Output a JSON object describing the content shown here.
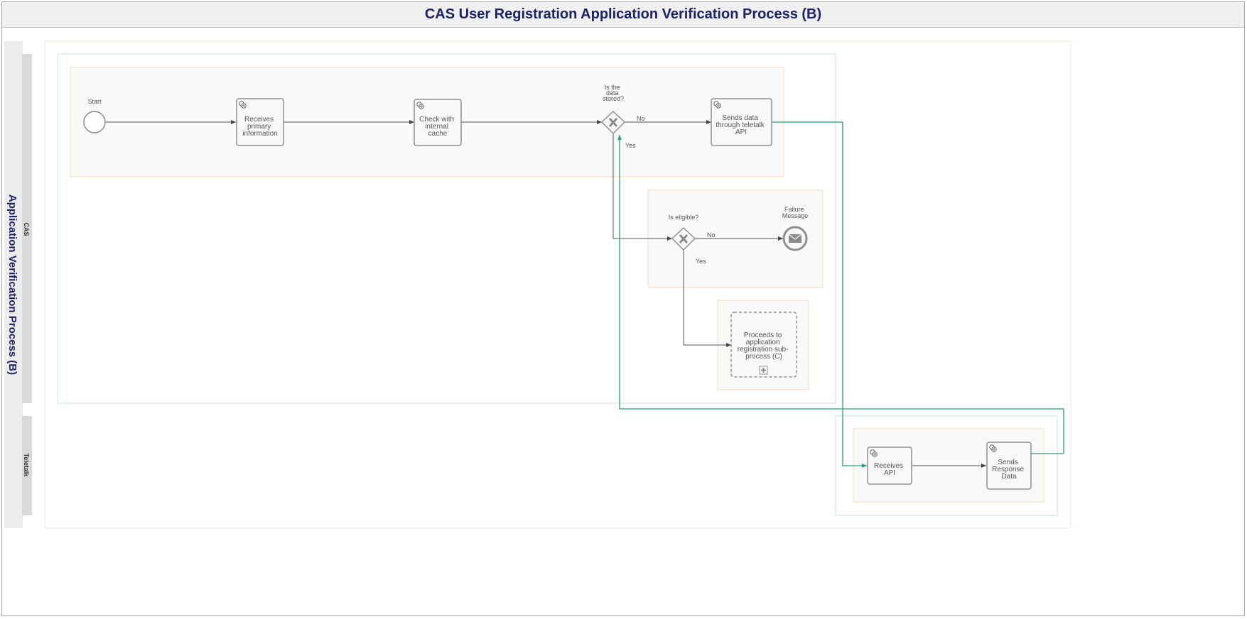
{
  "header": {
    "title": "CAS User Registration Application Verification Process (B)"
  },
  "pool": {
    "name": "Application Verification Process (B)"
  },
  "lanes": [
    {
      "name": "CAS"
    },
    {
      "name": "Teletalk"
    }
  ],
  "nodes": {
    "start_event": {
      "label": "Start"
    },
    "task_receive_primary": {
      "lines": [
        "Receives",
        "primary",
        "information"
      ]
    },
    "task_check_cache": {
      "lines": [
        "Check with",
        "internal",
        "cache"
      ]
    },
    "gateway_data_stored": {
      "lines": [
        "Is the",
        "data",
        "stored?"
      ]
    },
    "task_send_teletalk": {
      "lines": [
        "Sends data",
        "through teletalk",
        "API"
      ]
    },
    "gateway_eligible": {
      "label": "Is eligible?"
    },
    "end_failure": {
      "lines": [
        "Failure",
        "Message"
      ]
    },
    "subprocess_registration": {
      "lines": [
        "Proceeds to",
        "application",
        "registration sub-",
        "process (C)"
      ]
    },
    "task_receive_api": {
      "lines": [
        "Receives",
        "API"
      ]
    },
    "task_send_response": {
      "lines": [
        "Sends",
        "Response",
        "Data"
      ]
    }
  },
  "flow_labels": {
    "stored_no": "No",
    "stored_yes": "Yes",
    "eligible_no": "No",
    "eligible_yes": "Yes"
  },
  "icons": {
    "task": "gear-icon",
    "gateway": "exclusive-x-icon",
    "end": "envelope-icon",
    "subprocess": "plus-marker-icon"
  },
  "colors": {
    "title_text": "#1c2266",
    "message_flow": "#2e9b7d",
    "lane_bg": "#d9d9d9",
    "group_border_blue": "#bde0ea",
    "group_border_orange": "#f5dcc0"
  }
}
